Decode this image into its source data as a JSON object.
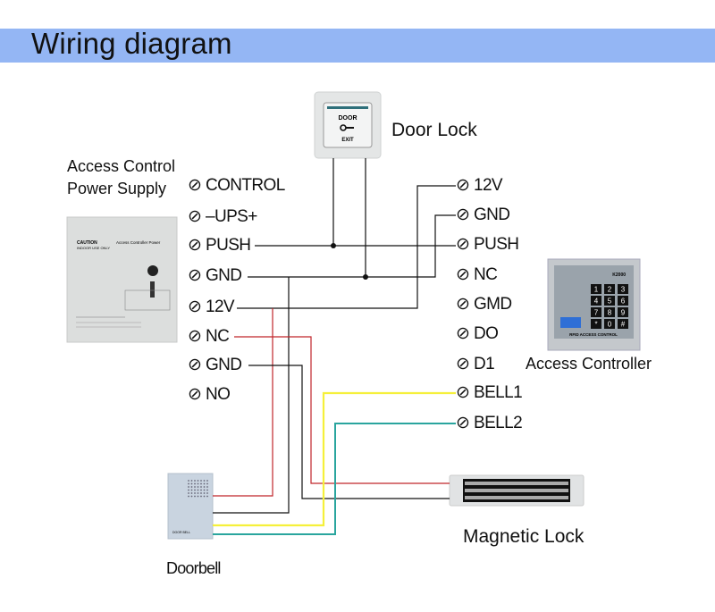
{
  "header": {
    "title": "Wiring diagram"
  },
  "devices": {
    "door_lock": {
      "label": "Door Lock",
      "button_text_top": "DOOR",
      "button_text_bottom": "EXIT"
    },
    "power_supply": {
      "label_line1": "Access Control",
      "label_line2": "Power Supply",
      "caution": "CAUTION",
      "indoor": "INDOOR USE ONLY",
      "brand": "Access Controller Power"
    },
    "access_controller": {
      "label": "Access Controller",
      "model": "K2000",
      "footer": "RFID ACCESS CONTROL",
      "keys": [
        "1",
        "2",
        "3",
        "4",
        "5",
        "6",
        "7",
        "8",
        "9",
        "*",
        "0",
        "#"
      ]
    },
    "doorbell": {
      "label": "Doorbell",
      "plate": "DOOR BELL"
    },
    "magnetic_lock": {
      "label": "Magnetic Lock"
    }
  },
  "terminal_symbol": "⊘",
  "power_terminals": [
    "CONTROL",
    "–UPS+",
    "PUSH",
    "GND",
    "12V",
    "NC",
    "GND",
    "NO"
  ],
  "controller_terminals": [
    "12V",
    "GND",
    "PUSH",
    "NC",
    "GMD",
    "DO",
    "D1",
    "BELL1",
    "BELL2"
  ],
  "colors": {
    "header": "#94b6f4",
    "wire_black": "#111111",
    "wire_red": "#c0262b",
    "wire_yellow": "#f5f03a",
    "wire_teal": "#2aa59e"
  }
}
